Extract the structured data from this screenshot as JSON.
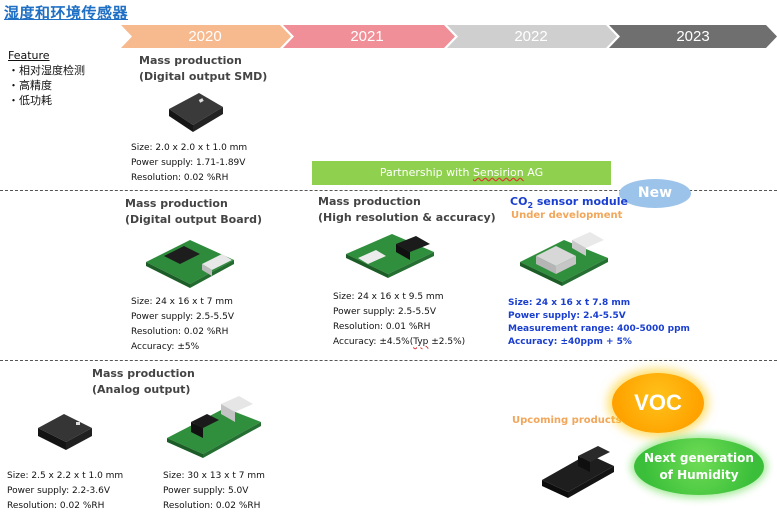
{
  "page": {
    "title": "湿度和环境传感器"
  },
  "timeline": {
    "years": [
      "2020",
      "2021",
      "2022",
      "2023"
    ],
    "colors": [
      "#f7b98e",
      "#f08f97",
      "#cfcfcf",
      "#6f6f6f"
    ]
  },
  "feature": {
    "heading": "Feature",
    "items": [
      "・相对湿度检测",
      "・高精度",
      "・低功耗"
    ]
  },
  "smd": {
    "heading_line1": "Mass production",
    "heading_line2": "(Digital output SMD)",
    "specs": [
      "Size: 2.0 x 2.0 x t 1.0 mm",
      "Power supply: 1.71-1.89V",
      "Resolution: 0.02 %RH"
    ]
  },
  "partnership": {
    "prefix": "Partnership with ",
    "name": "Sensirion",
    "suffix": " AG"
  },
  "board": {
    "heading_line1": "Mass production",
    "heading_line2": "(Digital output Board)",
    "specs": [
      "Size: 24 x 16 x t 7 mm",
      "Power supply: 2.5-5.5V",
      "Resolution: 0.02 %RH",
      "Accuracy: ±5%"
    ]
  },
  "highres": {
    "heading_line1": "Mass production",
    "heading_line2": "(High resolution & accuracy)",
    "specs": [
      "Size: 24 x 16 x t 9.5 mm",
      "Power supply: 2.5-5.5V",
      "Resolution: 0.01 %RH"
    ],
    "accuracy_prefix": "Accuracy: ±4.5%(",
    "accuracy_typ": "Typ",
    "accuracy_suffix": " ±2.5%)"
  },
  "co2": {
    "title_prefix": "CO",
    "title_sub": "2",
    "title_suffix": " sensor module",
    "status": "Under development",
    "badge": "New",
    "specs": [
      "Size: 24 x 16 x t 7.8 mm",
      "Power supply: 2.4-5.5V",
      "Measurement range: 400-5000 ppm",
      "Accuracy: ±40ppm + 5%"
    ]
  },
  "analog": {
    "heading_line1": "Mass production",
    "heading_line2": "(Analog output)",
    "left_specs": [
      "Size: 2.5 x 2.2 x t 1.0 mm",
      "Power supply: 2.2-3.6V",
      "Resolution: 0.02 %RH"
    ],
    "right_specs": [
      "Size: 30 x 13 x t 7 mm",
      "Power supply: 5.0V",
      "Resolution: 0.02 %RH"
    ]
  },
  "upcoming": {
    "label": "Upcoming products",
    "voc": "VOC",
    "next_line1": "Next generation",
    "next_line2": "of Humidity"
  }
}
